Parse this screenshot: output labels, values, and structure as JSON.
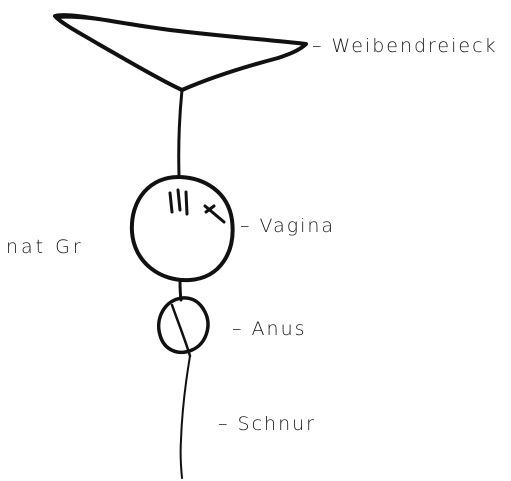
{
  "labels": {
    "weibendreieck": "Weibendreieck",
    "vagina": "Vagina",
    "scale": "nat Gr",
    "anus": "Anus",
    "schnur": "Schnur"
  },
  "leader_mark": "–"
}
